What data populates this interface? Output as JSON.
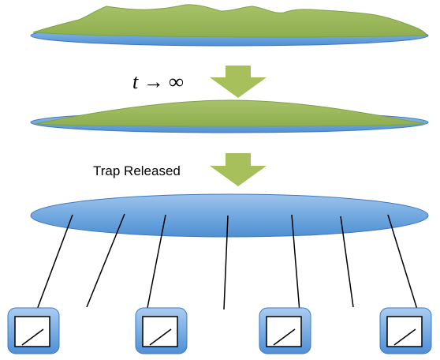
{
  "labels": {
    "limit": "t → ∞",
    "trap_released": "Trap Released"
  },
  "colors": {
    "ellipse_blue": "#6FA8DC",
    "ellipse_blue_light": "#A4C8EE",
    "ellipse_edge": "#3D74B8",
    "green_fill": "#9BBB59",
    "green_edge": "#7B9C3E",
    "arrow_green": "#A8C05C",
    "detector_blue": "#5A9BDD",
    "detector_light": "#B9D7F5"
  },
  "detectors_count": 4,
  "lines_count": 7
}
